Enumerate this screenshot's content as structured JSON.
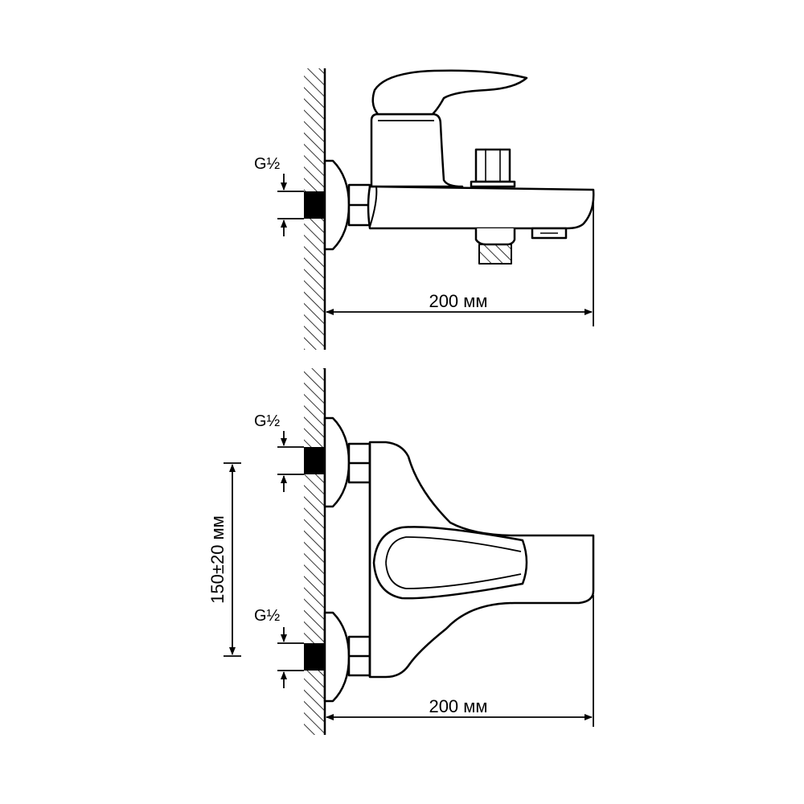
{
  "side_view": {
    "thread_label": "G½",
    "width_label": "200 мм"
  },
  "top_view": {
    "thread_label_upper": "G½",
    "thread_label_lower": "G½",
    "spacing_label": "150±20 мм",
    "width_label": "200 мм"
  },
  "colors": {
    "line": "#000000",
    "background": "#ffffff"
  }
}
